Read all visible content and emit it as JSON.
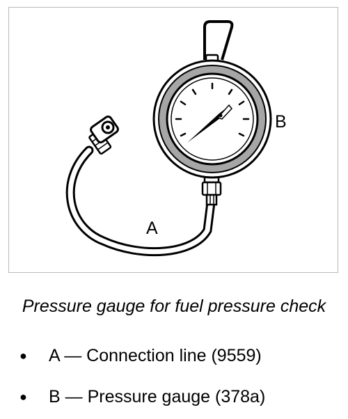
{
  "figure": {
    "callout_a": "A",
    "callout_b": "B"
  },
  "caption": "Pressure gauge for fuel pressure check",
  "legend": {
    "items": [
      {
        "bullet": "●",
        "text": "A — Connection line (9559)"
      },
      {
        "bullet": "●",
        "text": "B — Pressure gauge (378a)"
      }
    ]
  }
}
